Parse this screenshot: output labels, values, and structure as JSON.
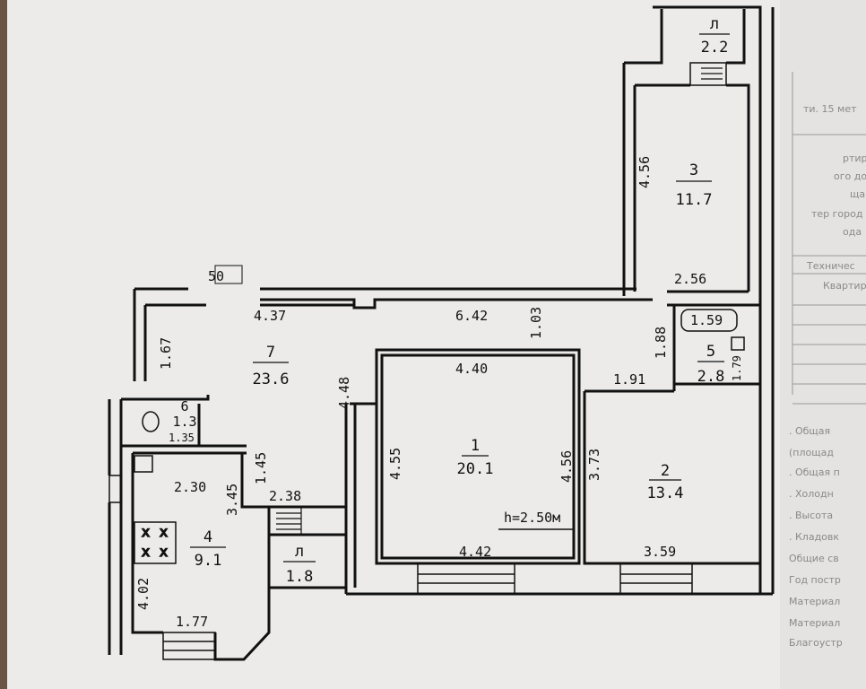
{
  "plan": {
    "rooms": [
      {
        "number": "1",
        "area": "20.1"
      },
      {
        "number": "2",
        "area": "13.4"
      },
      {
        "number": "3",
        "area": "11.7"
      },
      {
        "number": "4",
        "area": "9.1"
      },
      {
        "number": "5",
        "area": "2.8"
      },
      {
        "number": "6",
        "area": "1.3"
      },
      {
        "number": "7",
        "area": "23.6"
      },
      {
        "number": "л",
        "area": "2.2"
      },
      {
        "number": "л",
        "area": "1.8"
      }
    ],
    "dimensions": {
      "d50": "50",
      "d256": "2.56",
      "d456a": "4.56",
      "d437": "4.37",
      "d642": "6.42",
      "d103": "1.03",
      "d188": "1.88",
      "d159": "1.59",
      "d179": "1.79",
      "d167": "1.67",
      "d448": "4.48",
      "d440": "4.40",
      "d191": "1.91",
      "d135": "1.35",
      "d145": "1.45",
      "d230": "2.30",
      "d345": "3.45",
      "d238": "2.38",
      "d455": "4.55",
      "d456b": "4.56",
      "d373": "3.73",
      "d442": "4.42",
      "d359": "3.59",
      "d402": "4.02",
      "d177": "1.77"
    },
    "ceiling_height": "h=2.50м"
  },
  "side_form": {
    "lines": [
      "ти.  15 мет",
      "ртира №",
      "ого дома",
      "ща",
      "тер город",
      "ода",
      "Техничес",
      "Квартир",
      ". Общая",
      "(площад",
      ". Общая п",
      ". Холодн",
      ". Высота",
      ". Кладовк",
      "Общие св",
      "Год постр",
      "Материал",
      "Материал",
      "Благоустр"
    ]
  }
}
